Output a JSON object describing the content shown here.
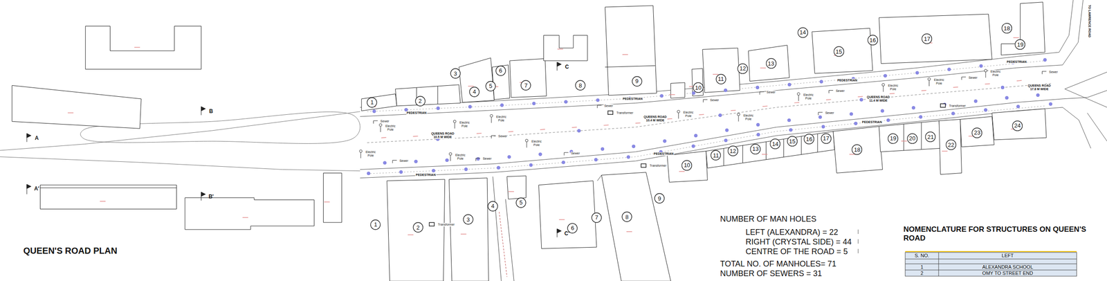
{
  "diagram": {
    "title": "QUEEN'S ROAD PLAN",
    "nodes": [
      {
        "text": [
          "1"
        ]
      },
      {
        "text": [
          "2"
        ]
      },
      {
        "text": [
          "3"
        ]
      },
      {
        "text": [
          "4"
        ]
      },
      {
        "text": [
          "5"
        ]
      },
      {
        "text": [
          "6"
        ]
      },
      {
        "text": [
          "7"
        ]
      },
      {
        "text": [
          "8"
        ]
      },
      {
        "text": [
          "9"
        ]
      },
      {
        "text": [
          "10"
        ]
      },
      {
        "text": [
          "11"
        ]
      },
      {
        "text": [
          "12"
        ]
      },
      {
        "text": [
          "13"
        ]
      },
      {
        "text": [
          "14"
        ]
      },
      {
        "text": [
          "15"
        ]
      },
      {
        "text": [
          "16"
        ]
      },
      {
        "text": [
          "17"
        ]
      },
      {
        "text": [
          "18"
        ]
      },
      {
        "text": [
          "19"
        ]
      },
      {
        "text": [
          "1"
        ]
      },
      {
        "text": [
          "2"
        ]
      },
      {
        "text": [
          "3"
        ]
      },
      {
        "text": [
          "4"
        ]
      },
      {
        "text": [
          "5"
        ]
      },
      {
        "text": [
          "6"
        ]
      },
      {
        "text": [
          "7"
        ]
      },
      {
        "text": [
          "8"
        ]
      },
      {
        "text": [
          "9"
        ]
      },
      {
        "text": [
          "10"
        ]
      },
      {
        "text": [
          "11"
        ]
      },
      {
        "text": [
          "12"
        ]
      },
      {
        "text": [
          "13"
        ]
      },
      {
        "text": [
          "14"
        ]
      },
      {
        "text": [
          "15"
        ]
      },
      {
        "text": [
          "16"
        ]
      },
      {
        "text": [
          "17"
        ]
      },
      {
        "text": [
          "18"
        ]
      },
      {
        "text": [
          "19"
        ]
      },
      {
        "text": [
          "20"
        ]
      },
      {
        "text": [
          "21"
        ]
      },
      {
        "text": [
          "22"
        ]
      },
      {
        "text": [
          "23"
        ]
      },
      {
        "text": [
          "24"
        ]
      }
    ],
    "labels": [
      "A",
      "A'",
      "B",
      "B'",
      "C",
      "C'",
      "NUMBER OF MAN HOLES",
      "LEFT (ALEXANDRA) = 22",
      "RIGHT (CRYSTAL SIDE) = 44",
      "CENTRE OF THE ROAD = 5",
      "TOTAL NO. OF MANHOLES= 71",
      "NUMBER OF SEWERS = 31",
      "NOMENCLATURE FOR STRUCTURES ON QUEEN'S ROAD",
      "S. NO.",
      "LEFT",
      "1",
      "ALEXANDRA SCHOOL",
      "2",
      "OMY TO STREET END",
      "PEDESTRIAN",
      "PEDESTRIAN",
      "PEDESTRIAN",
      "PEDESTRIAN",
      "PEDESTRIAN",
      "PEDESTRIAN",
      "PEDESTRIAN",
      "QUEENS ROAD 10.5 M WIDE",
      "QUEENS ROAD 10.4 M WIDE",
      "QUEENS ROAD 11.4 M WIDE",
      "QUEENS ROAD 17.8 M WIDE",
      "Electric Pole",
      "Electric Pole",
      "Electric Pole",
      "Electric Pole",
      "Electric Pole",
      "Electric Pole",
      "Electric Pole",
      "Electric Pole",
      "Electric Pole",
      "Electric Pole",
      "Electric Pole",
      "Electric Pole",
      "Sewer",
      "Sewer",
      "Sewer",
      "Sewer",
      "Sewer",
      "Sewer",
      "Sewer",
      "Sewer",
      "Sewer",
      "Sewer",
      "Sewer",
      "Sewer",
      "Transformer",
      "Transformer",
      "Transformer",
      "Transformer",
      "TO LAWRENCE ROAD"
    ]
  }
}
